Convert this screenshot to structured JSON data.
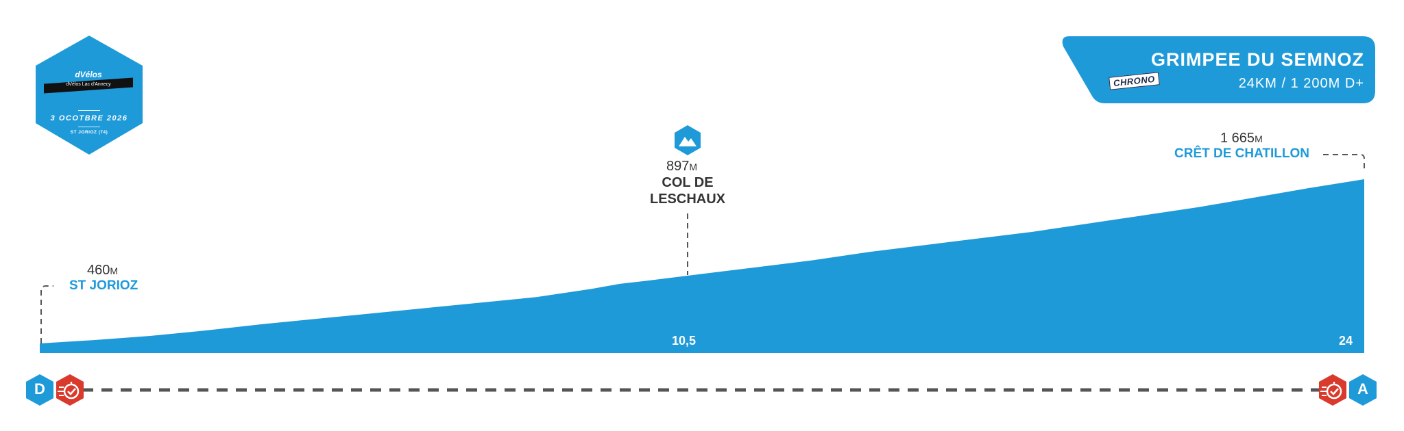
{
  "header": {
    "title": "GRIMPEE DU SEMNOZ",
    "subtitle": "24KM / 1 200M D+",
    "badge": "CHRONO"
  },
  "brand": {
    "logo_name": "dVélos",
    "logo_sub": "dVélos Lac d'Annecy",
    "date": "3 OCOTBRE 2026",
    "location": "ST JORIOZ (74)"
  },
  "markers": {
    "start": {
      "letter": "D",
      "km": 0
    },
    "finish": {
      "letter": "A",
      "km": 24
    }
  },
  "colors": {
    "primary": "#1f9ad9",
    "timing": "#d93a2b",
    "text": "#333333"
  },
  "icons": [
    "mountain-icon",
    "stopwatch-icon"
  ],
  "chart_data": {
    "type": "area",
    "xlim": [
      0,
      24
    ],
    "ylim": [
      420,
      1700
    ],
    "grid": false,
    "x": [
      0,
      1,
      2,
      3,
      4,
      5,
      6,
      7,
      8,
      9,
      10,
      10.5,
      11,
      12,
      13,
      14,
      15,
      16,
      17,
      18,
      19,
      20,
      21,
      22,
      23,
      24
    ],
    "y": [
      460,
      485,
      515,
      555,
      600,
      640,
      680,
      720,
      760,
      800,
      860,
      897,
      920,
      970,
      1020,
      1070,
      1130,
      1180,
      1230,
      1280,
      1340,
      1400,
      1460,
      1530,
      1600,
      1665
    ],
    "points": [
      {
        "km": 0,
        "km_label": "",
        "altitude": "460",
        "unit": "M",
        "name": "ST JORIOZ"
      },
      {
        "km": 10.5,
        "km_label": "10,5",
        "altitude": "897",
        "unit": "M",
        "name_line1": "COL DE",
        "name_line2": "LESCHAUX"
      },
      {
        "km": 24,
        "km_label": "24",
        "altitude": "1 665",
        "unit": "M",
        "name": "CRÊT DE CHATILLON"
      }
    ]
  }
}
